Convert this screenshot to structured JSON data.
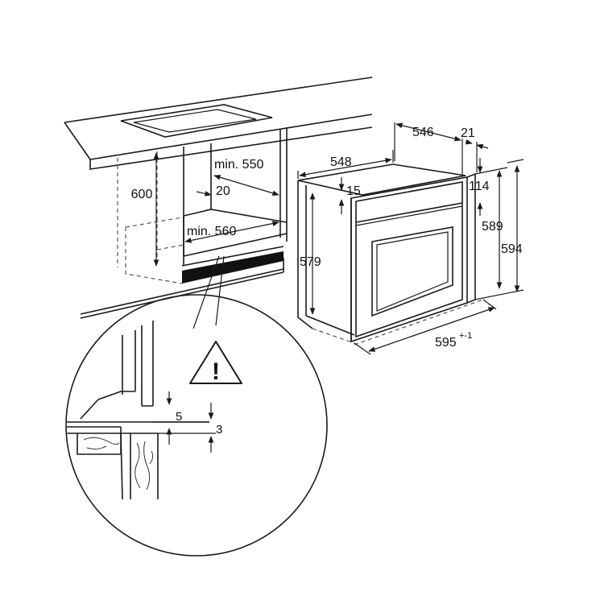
{
  "dimensions": {
    "cabinet_height": "600",
    "min_depth": "min. 550",
    "offset": "20",
    "min_width": "min. 560",
    "oven_top_depth": "548",
    "oven_depth": "546",
    "front_thickness": "21",
    "top_offset": "15",
    "control_height": "114",
    "niche_height": "579",
    "body_height": "589",
    "total_height": "594",
    "width_value": "595",
    "width_tolerance": "+-1",
    "detail_gap": "5",
    "detail_step": "3"
  },
  "warning": {
    "symbol": "!"
  },
  "colors": {
    "line": "#1a1a1a",
    "plinth": "#111111",
    "background": "#ffffff"
  },
  "icons": [
    "warning-triangle-icon"
  ]
}
